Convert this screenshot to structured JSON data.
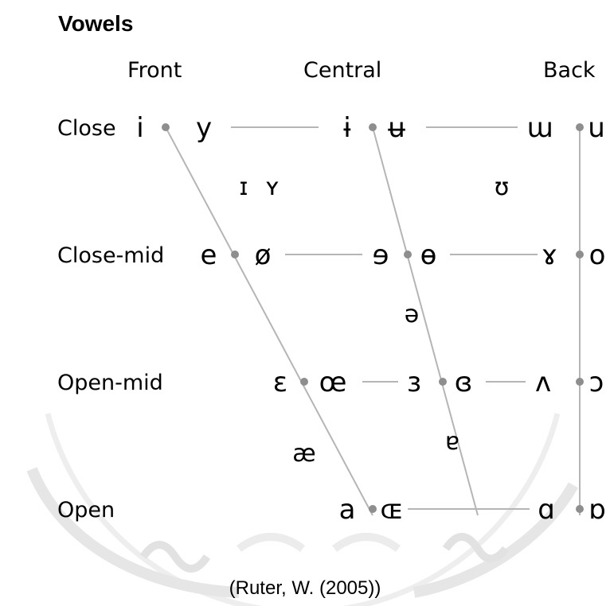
{
  "title": "Vowels",
  "columns": [
    "Front",
    "Central",
    "Back"
  ],
  "rows": [
    "Close",
    "Close-mid",
    "Open-mid",
    "Open"
  ],
  "vowels": {
    "close": [
      "i",
      "y",
      "ɨ",
      "ʉ",
      "ɯ",
      "u"
    ],
    "near_close": [
      "ɪ",
      "ʏ",
      "ʊ"
    ],
    "close_mid": [
      "e",
      "ø",
      "ɘ",
      "ɵ",
      "ɤ",
      "o"
    ],
    "mid": [
      "ə"
    ],
    "open_mid": [
      "ɛ",
      "œ",
      "ɜ",
      "ɞ",
      "ʌ",
      "ɔ"
    ],
    "near_open": [
      "æ",
      "ɐ"
    ],
    "open": [
      "a",
      "ɶ",
      "ɑ",
      "ɒ"
    ]
  },
  "caption": "(Ruter, W. (2005))",
  "colors": {
    "lines": "#b5b5b5",
    "dots": "#8e8e8e",
    "watermark": "#e9e9e9",
    "text": "#000000"
  }
}
